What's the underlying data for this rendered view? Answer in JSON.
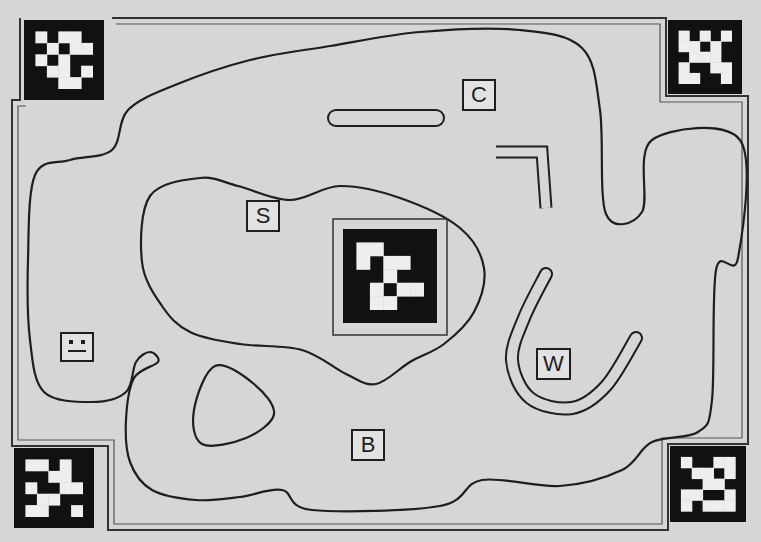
{
  "diagram": {
    "nodes": [
      {
        "text": [
          "C"
        ]
      },
      {
        "text": [
          "S"
        ]
      },
      {
        "text": [
          "W"
        ]
      },
      {
        "text": [
          "B"
        ]
      }
    ]
  }
}
